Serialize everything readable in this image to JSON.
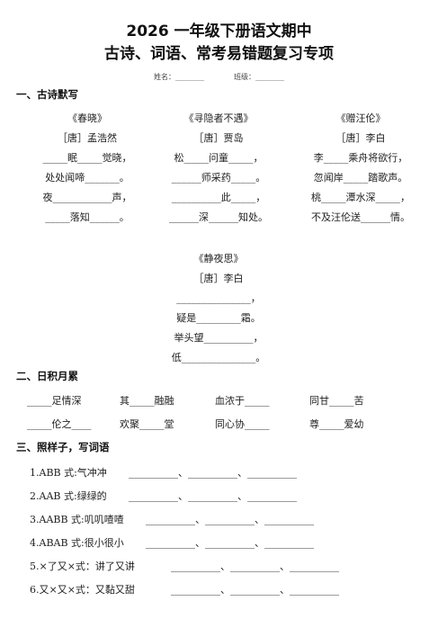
{
  "title_line1": "2026 一年级下册语文期中",
  "title_line2": "古诗、词语、常考易错题复习专项",
  "info": {
    "name_label": "姓名：",
    "class_label": "班级：",
    "blank": "________"
  },
  "section1": {
    "heading": "一、古诗默写",
    "poems": [
      {
        "title": "《春晓》",
        "author": "［唐］孟浩然",
        "lines": [
          "_____眠_____觉晓，",
          "处处闻啼_______。",
          "夜____________声，",
          "_____落知______。"
        ]
      },
      {
        "title": "《寻隐者不遇》",
        "author": "［唐］贾岛",
        "lines": [
          "松_____问童_____，",
          "______师采药_____。",
          "__________此_____，",
          "______深______知处。"
        ]
      },
      {
        "title": "《赠汪伦》",
        "author": "［唐］李白",
        "lines": [
          "李_____乘舟将欲行，",
          "忽闻岸_____踏歌声。",
          "桃_____潭水深_____，",
          "不及汪伦送______情。"
        ]
      },
      {
        "title": "《静夜思》",
        "author": "［唐］李白",
        "lines": [
          "_______________，",
          "疑是_________霜。",
          "举头望__________，",
          "低_______________。"
        ]
      }
    ]
  },
  "section2": {
    "heading": "二、日积月累",
    "rows": [
      [
        "_____足情深",
        "其_____融融",
        "血浓于_____",
        "同甘_____苦"
      ],
      [
        "_____伦之____",
        "欢聚_____堂",
        "同心协_____",
        "尊_____爱幼"
      ]
    ]
  },
  "section3": {
    "heading": "三、照样子，写词语",
    "items": [
      {
        "prompt": "1.ABB 式:气冲冲",
        "blanks": "__________、__________、__________"
      },
      {
        "prompt": "2.AAB 式:绿绿的",
        "blanks": "__________、__________、__________"
      },
      {
        "prompt": "3.AABB 式:叽叽喳喳",
        "blanks": "__________、__________、__________"
      },
      {
        "prompt": "4.ABAB 式:很小很小",
        "blanks": "__________、__________、__________"
      },
      {
        "prompt": "5.×了又×式：讲了又讲",
        "blanks": "__________、__________、__________"
      },
      {
        "prompt": "6.又×又×式：又黏又甜",
        "blanks": "__________、__________、__________"
      }
    ]
  }
}
